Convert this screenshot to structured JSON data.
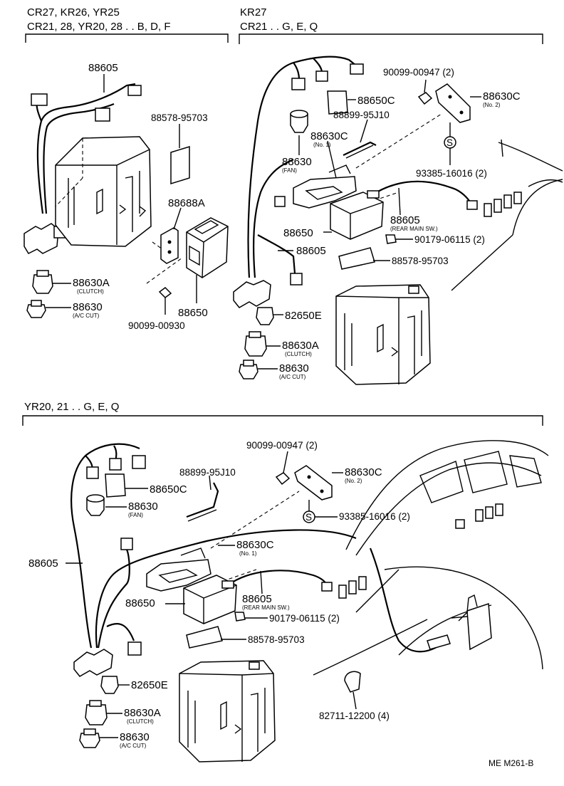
{
  "sections": {
    "top_left": {
      "line1": "CR27, KR26, YR25",
      "line2": "CR21, 28, YR20, 28 . . B, D, F"
    },
    "top_right": {
      "line1": "KR27",
      "line2": "CR21 . . G, E, Q"
    },
    "bottom": {
      "line1": "YR20, 21 . . G, E, Q"
    }
  },
  "labels": {
    "tl_88605": "88605",
    "tl_88578": "88578-95703",
    "tl_88688A": "88688A",
    "tl_88630A": "88630A",
    "tl_clutch": "(CLUTCH)",
    "tl_88630": "88630",
    "tl_accut": "(A/C CUT)",
    "tl_88650": "88650",
    "tl_90099": "90099-00930",
    "tr_90099": "90099-00947 (2)",
    "tr_88630C_no2": "88630C",
    "tr_no2": "(No. 2)",
    "tr_88650C": "88650C",
    "tr_88899": "88899-95J10",
    "tr_88630C_no1": "88630C",
    "tr_no1": "(No. 1)",
    "tr_88630": "88630",
    "tr_fan": "(FAN)",
    "tr_93385": "93385-16016 (2)",
    "tr_88605_sw": "88605",
    "tr_rear": "(REAR MAIN SW.)",
    "tr_88650": "88650",
    "tr_90179": "90179-06115 (2)",
    "tr_88605": "88605",
    "tr_88578": "88578-95703",
    "tr_82650E": "82650E",
    "tr_88630A": "88630A",
    "tr_clutch": "(CLUTCH)",
    "tr_88630_ac": "88630",
    "tr_accut": "(A/C CUT)",
    "b_90099": "90099-00947 (2)",
    "b_88630C_no2": "88630C",
    "b_no2": "(No. 2)",
    "b_88899": "88899-95J10",
    "b_88650C": "88650C",
    "b_88630": "88630",
    "b_fan": "(FAN)",
    "b_93385": "93385-16016 (2)",
    "b_88605": "88605",
    "b_88630C_no1": "88630C",
    "b_no1": "(No. 1)",
    "b_88650": "88650",
    "b_88605_sw": "88605",
    "b_rear": "(REAR MAIN SW.)",
    "b_90179": "90179-06115 (2)",
    "b_88578": "88578-95703",
    "b_82650E": "82650E",
    "b_88630A": "88630A",
    "b_clutch": "(CLUTCH)",
    "b_88630_ac": "88630",
    "b_accut": "(A/C CUT)",
    "b_82711": "82711-12200 (4)",
    "s_mark": "S"
  },
  "reference": "ME M261-B"
}
